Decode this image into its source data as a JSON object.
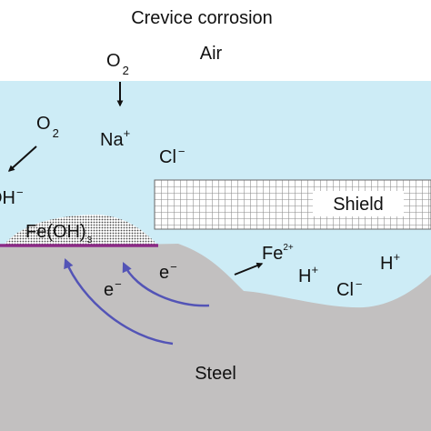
{
  "title": "Crevice corrosion",
  "air_label": "Air",
  "shield_label": "Shield",
  "steel_label": "Steel",
  "oxygen_top": {
    "base": "O",
    "sub": "2"
  },
  "oxygen_left": {
    "base": "O",
    "sub": "2"
  },
  "sodium": {
    "base": "Na",
    "sup": "+"
  },
  "chloride_upper": {
    "base": "Cl",
    "sup": "−"
  },
  "hydroxide_partial": {
    "text": "OH",
    "sup": "−"
  },
  "iron_hydroxide": {
    "base": "Fe(OH)",
    "sub": "3"
  },
  "iron_ion": {
    "base": "Fe",
    "sup": "2+"
  },
  "hydrogen_left": {
    "base": "H",
    "sup": "+"
  },
  "hydrogen_right": {
    "base": "H",
    "sup": "+"
  },
  "chloride_lower": {
    "base": "Cl",
    "sup": "−"
  },
  "electron_upper": {
    "base": "e",
    "sup": "−"
  },
  "electron_lower": {
    "base": "e",
    "sup": "−"
  },
  "colors": {
    "electrolyte": "#cdecf6",
    "steel": "#c2c0c0",
    "shield_fill": "#ffffff",
    "shield_grid": "#8a8a8a",
    "deposit_stipple": "#4a4a4a",
    "anode_line": "#8b2a86",
    "electron_arrow": "#5354b6",
    "text": "#111111"
  }
}
